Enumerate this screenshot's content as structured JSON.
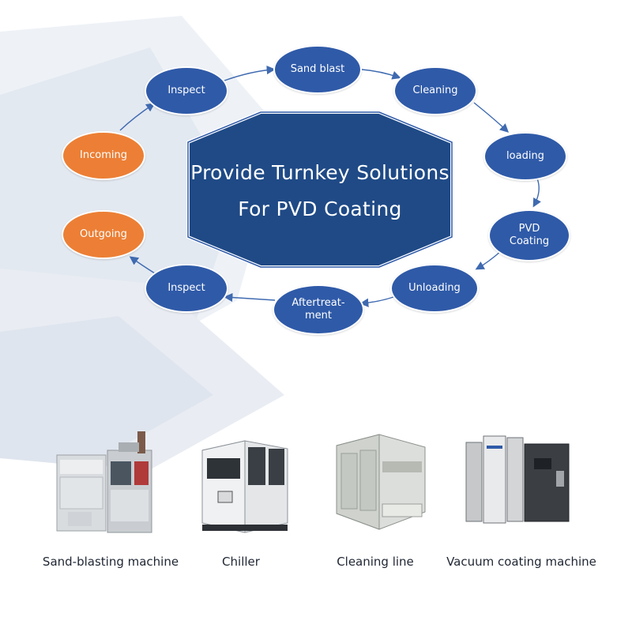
{
  "colors": {
    "node_blue": "#2f5aa8",
    "node_orange": "#ec7f35",
    "hexagon_fill": "#1f4a86",
    "arrow": "#3f6ab0"
  },
  "center": {
    "line1": "Provide Turnkey  Solutions",
    "line2": "For PVD Coating"
  },
  "process_steps": [
    {
      "label": "Inspect",
      "color": "blue"
    },
    {
      "label": "Sand blast",
      "color": "blue"
    },
    {
      "label": "Cleaning",
      "color": "blue"
    },
    {
      "label": "loading",
      "color": "blue"
    },
    {
      "label": "PVD\nCoating",
      "color": "blue"
    },
    {
      "label": "Unloading",
      "color": "blue"
    },
    {
      "label": "Aftertreat-\nment",
      "color": "blue"
    },
    {
      "label": "Inspect",
      "color": "blue"
    },
    {
      "label": "Incoming",
      "color": "orange"
    },
    {
      "label": "Outgoing",
      "color": "orange"
    }
  ],
  "machines": [
    {
      "caption": "Sand-blasting machine",
      "icon": "sand-blasting-machine-image"
    },
    {
      "caption": "Chiller",
      "icon": "chiller-image"
    },
    {
      "caption": "Cleaning line",
      "icon": "cleaning-line-image"
    },
    {
      "caption": "Vacuum coating machine",
      "icon": "vacuum-coating-machine-image"
    }
  ]
}
